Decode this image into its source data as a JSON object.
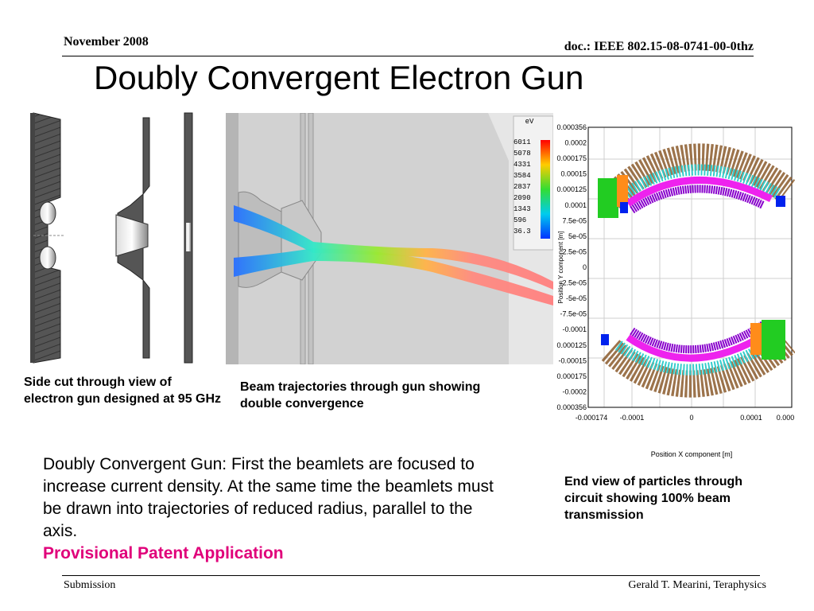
{
  "header": {
    "date": "November 2008",
    "doc_id": "doc.: IEEE 802.15-08-0741-00-0thz"
  },
  "title": "Doubly Convergent  Electron Gun",
  "figures": {
    "gun_cut": {
      "caption": "Side cut through view of electron gun designed at 95 GHz"
    },
    "beam": {
      "caption": "Beam trajectories through gun showing double convergence",
      "legend_unit": "eV",
      "legend_values": [
        "6011",
        "5078",
        "4331",
        "3584",
        "2837",
        "2090",
        "1343",
        "596",
        "36.3"
      ]
    },
    "end_view": {
      "caption": "End view of particles through circuit showing 100% beam transmission",
      "y_ticks": [
        "0.000356",
        "0.0002",
        "0.000175",
        "0.00015",
        "0.000125",
        "0.0001",
        "7.5e-05",
        "5e-05",
        "2.5e-05",
        "0",
        "-2.5e-05",
        "-5e-05",
        "-7.5e-05",
        "-0.0001",
        "-0.000125",
        "-0.00015",
        "-0.000175",
        "-0.0002",
        "-0.000356"
      ],
      "x_ticks": [
        "-0.000174",
        "-0.0001",
        "0",
        "0.0001",
        "0.000"
      ],
      "x_label": "Position X component [m]",
      "y_label": "Position Y component [m]"
    }
  },
  "body": {
    "paragraph": "Doubly Convergent Gun:  First the beamlets are focused to increase current density.  At the same time the beamlets must be drawn into trajectories of reduced radius, parallel to the axis.",
    "patent": "Provisional Patent Application"
  },
  "footer": {
    "left": "Submission",
    "right": "Gerald T. Mearini, Teraphysics"
  }
}
